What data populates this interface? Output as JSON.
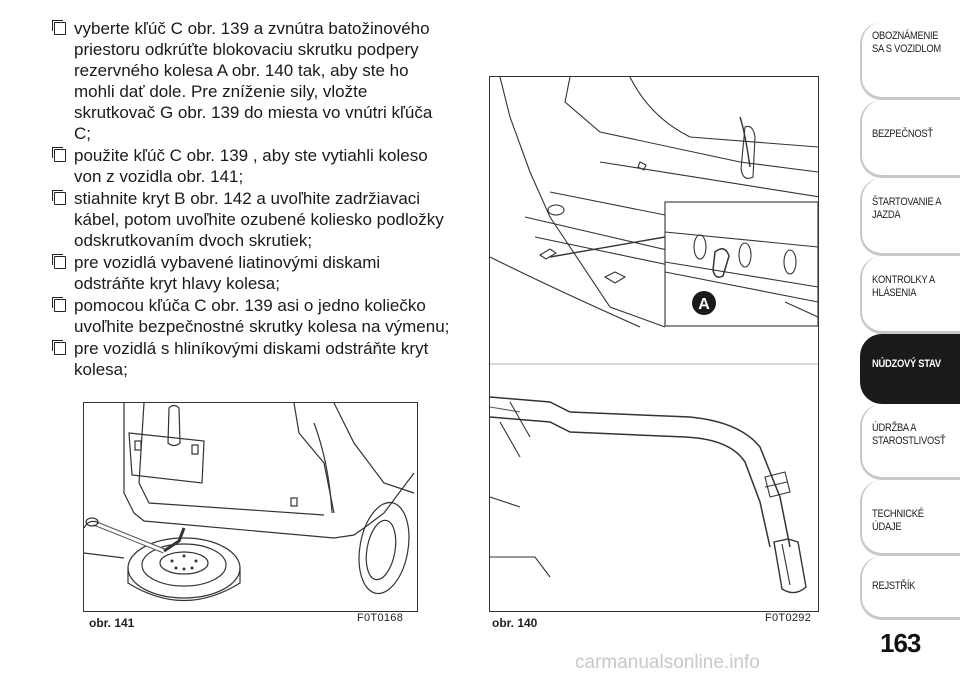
{
  "instructions": [
    "vyberte kľúč C obr. 139 a zvnútra batožinového priestoru odkrúťte blokovaciu skrutku podpery rezervného kolesa A obr. 140 tak, aby ste ho mohli dať dole. Pre zníženie sily, vložte skrutkovač G obr. 139 do miesta vo vnútri kľúča C;",
    "použite kľúč C obr. 139 , aby ste vytiahli koleso von z vozidla obr. 141;",
    "stiahnite kryt B obr. 142 a uvoľhite zadržiavaci kábel, potom uvoľhite ozubené koliesko podložky odskrutkovaním dvoch skrutiek;",
    "pre vozidlá vybavené liatinovými diskami odstráňte kryt hlavy kolesa;",
    "pomocou kľúča C obr. 139 asi o jedno koliečko uvoľhite bezpečnostné skrutky kolesa na výmenu;",
    "pre vozidlá s hliníkovými diskami odstráňte kryt kolesa;"
  ],
  "figures": {
    "fig141": {
      "caption": "obr. 141",
      "code": "F0T0168"
    },
    "fig140": {
      "caption": "obr. 140",
      "code": "F0T0292",
      "label_a": "A"
    }
  },
  "tabs": [
    {
      "label": "OBOZNÁMENIE SA S VOZIDLOM",
      "active": false
    },
    {
      "label": "BEZPEČNOSŤ",
      "active": false
    },
    {
      "label": "ŠTARTOVANIE A JAZDA",
      "active": false
    },
    {
      "label": "KONTROLKY A HLÁSENIA",
      "active": false
    },
    {
      "label": "NÚDZOVÝ STAV",
      "active": true
    },
    {
      "label": "ÚDRŽBA A STAROSTLIVOSŤ",
      "active": false
    },
    {
      "label": "TECHNICKÉ ÚDAJE",
      "active": false
    },
    {
      "label": "REJSTŘÍK",
      "active": false
    }
  ],
  "page_number": "163",
  "watermark": "carmanualsonline.info"
}
